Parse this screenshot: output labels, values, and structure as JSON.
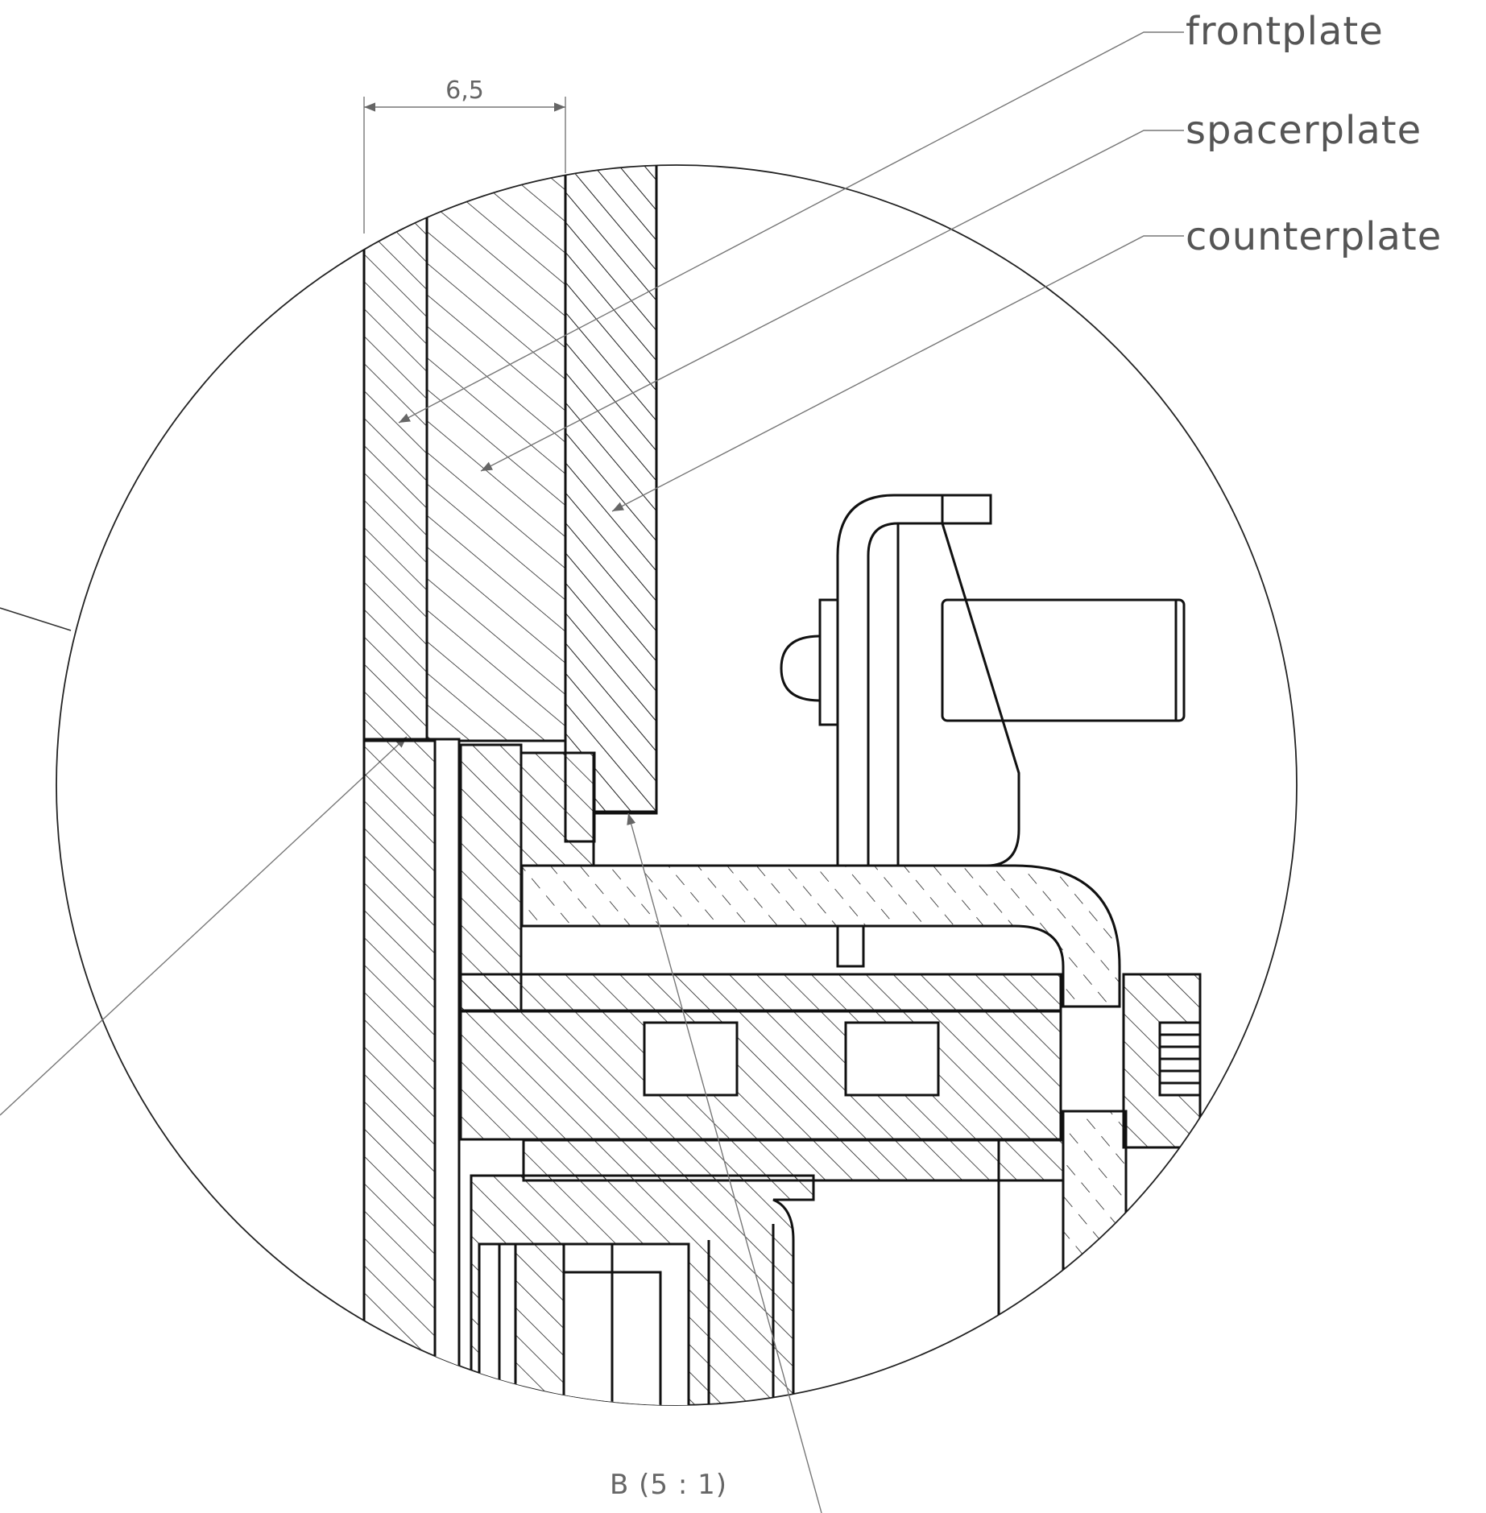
{
  "drawing": {
    "callouts": {
      "frontplate": "frontplate",
      "spacerplate": "spacerplate",
      "counterplate": "counterplate"
    },
    "dimension": "6,5",
    "view_label": "B (5 : 1)",
    "colors": {
      "line": "#111111",
      "leader": "#777777",
      "text": "#555555"
    }
  }
}
